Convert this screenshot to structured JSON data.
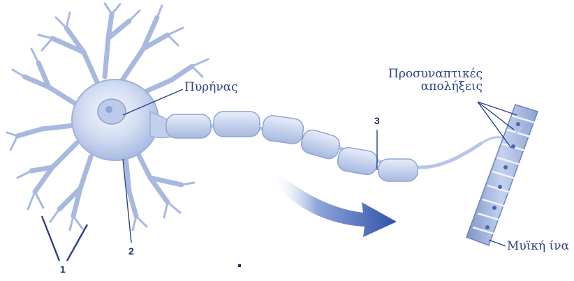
{
  "labels": {
    "nucleus": "Πυρήνας",
    "presynaptic_line1": "Προσυναπτικές",
    "presynaptic_line2": "απολήξεις",
    "muscle_fiber": "Μυϊκή ίνα"
  },
  "numbers": {
    "n1": "1",
    "n2": "2",
    "n3": "3"
  },
  "colors": {
    "label_text": "#2c3f8a",
    "number_text": "#1d2c6b",
    "cell_fill": "#c9d6ef",
    "arrow": "#3e5fb3"
  }
}
